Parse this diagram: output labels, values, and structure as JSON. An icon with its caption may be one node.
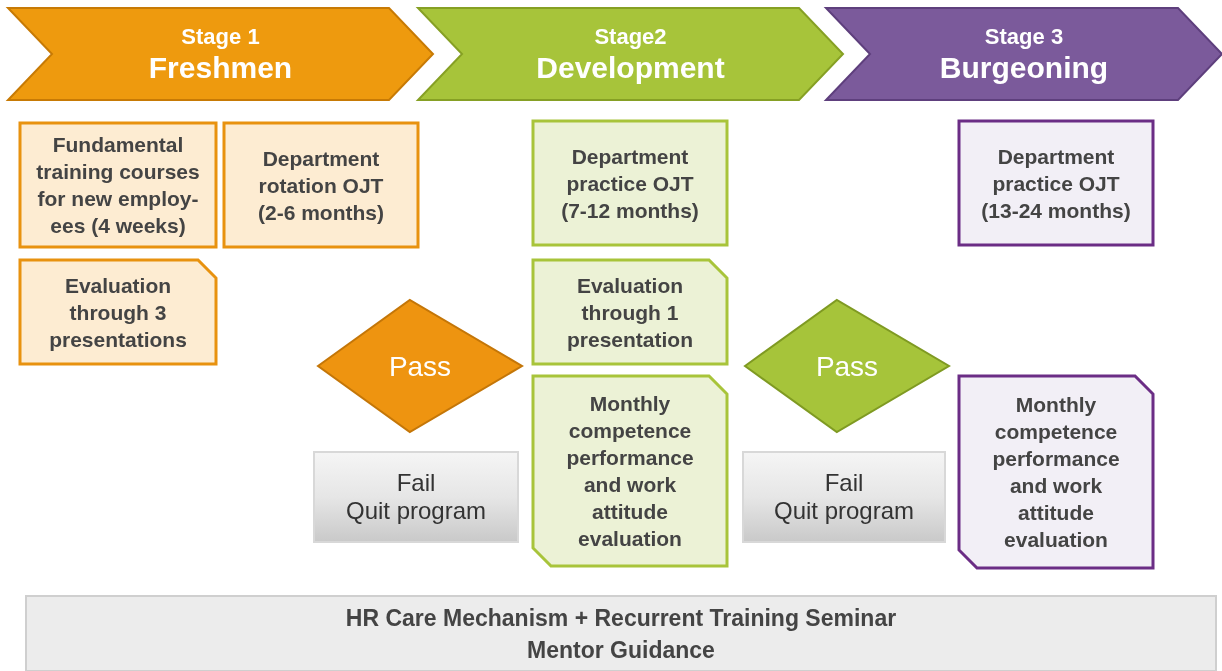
{
  "diagram": {
    "nodes": [
      {
        "text": [
          "Stage 1",
          "Freshmen"
        ]
      },
      {
        "text": [
          "Stage2",
          "Development"
        ]
      },
      {
        "text": [
          "Stage 3",
          "Burgeoning"
        ]
      },
      {
        "text": [
          "Fundamental training courses for new employ-ees (4 weeks)"
        ]
      },
      {
        "text": [
          "Department rotation OJT (2-6 months)"
        ]
      },
      {
        "text": [
          "Evaluation through 3 presentations"
        ]
      },
      {
        "text": [
          "Pass"
        ]
      },
      {
        "text": [
          "Fail",
          "Quit program"
        ]
      },
      {
        "text": [
          "Department practice OJT (7-12 months)"
        ]
      },
      {
        "text": [
          "Evaluation through 1 presentation"
        ]
      },
      {
        "text": [
          "Monthly competence performance and work attitude evaluation"
        ]
      },
      {
        "text": [
          "Pass"
        ]
      },
      {
        "text": [
          "Fail",
          "Quit program"
        ]
      },
      {
        "text": [
          "Department practice OJT (13-24 months)"
        ]
      },
      {
        "text": [
          "Monthly competence performance and work attitude evaluation"
        ]
      },
      {
        "text": [
          "HR Care Mechanism + Recurrent Training Seminar",
          "Mentor Guidance"
        ]
      }
    ]
  }
}
